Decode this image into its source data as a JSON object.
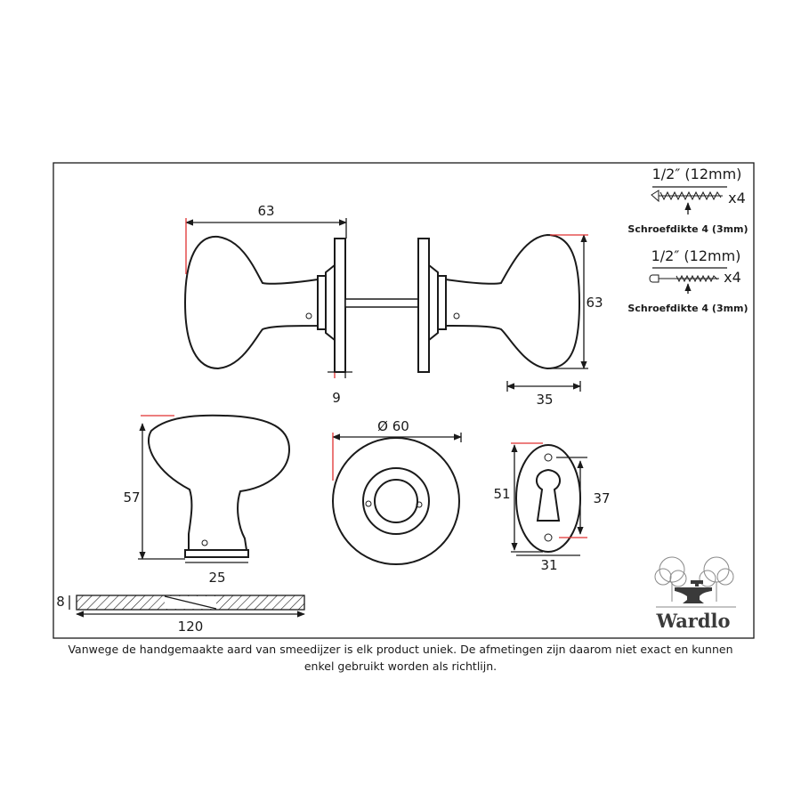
{
  "dimensions": {
    "knob_width": "63",
    "knob_height": "63",
    "rose_thickness": "9",
    "knob_depth": "35",
    "side_height": "57",
    "neck_width": "25",
    "rose_diameter": "Ø 60",
    "escutcheon_height": "51",
    "keyhole_height": "37",
    "escutcheon_width": "31",
    "spindle_thickness": "8",
    "spindle_length": "120"
  },
  "screws": [
    {
      "size": "1/2″ (12mm)",
      "count": "x4",
      "thickness": "Schroefdikte 4 (3mm)"
    },
    {
      "size": "1/2″ (12mm)",
      "count": "x4",
      "thickness": "Schroefdikte 4 (3mm)"
    }
  ],
  "brand": "Wardlo",
  "disclaimer": "Vanwege de handgemaakte aard van smeedijzer is elk product uniek. De afmetingen zijn daarom niet exact en kunnen enkel gebruikt worden als richtlijn."
}
